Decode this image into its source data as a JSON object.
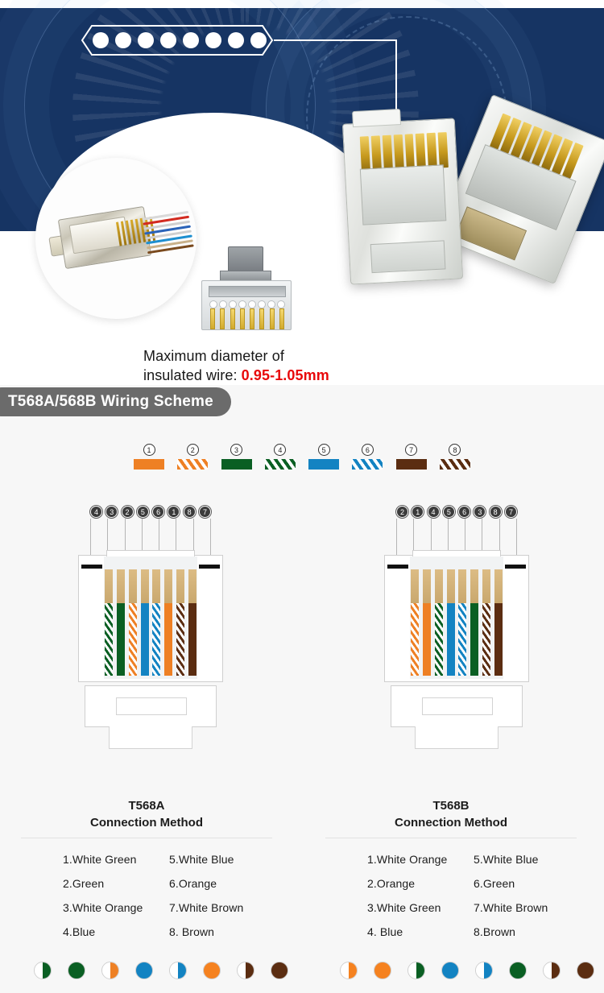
{
  "top_photo": {
    "callout_label": "pass-through-holes-callout",
    "hole_count": 8,
    "caption_line1": "Maximum diameter of",
    "caption_line2_prefix": "insulated wire: ",
    "caption_value": "0.95-1.05mm",
    "caption_value_color": "#e8080a"
  },
  "scheme": {
    "tag": "T568A/568B Wiring Scheme",
    "tag_bg": "#6b6b6b",
    "legend": [
      {
        "num": "1",
        "name": "orange",
        "color": "#ee8024",
        "striped": false
      },
      {
        "num": "2",
        "name": "white-orange",
        "color": "#ee8024",
        "striped": true
      },
      {
        "num": "3",
        "name": "green",
        "color": "#0a5f23",
        "striped": false
      },
      {
        "num": "4",
        "name": "white-green",
        "color": "#0a5f23",
        "striped": true
      },
      {
        "num": "5",
        "name": "blue",
        "color": "#1383c2",
        "striped": false
      },
      {
        "num": "6",
        "name": "white-blue",
        "color": "#1383c2",
        "striped": true
      },
      {
        "num": "7",
        "name": "brown",
        "color": "#5b2d11",
        "striped": false
      },
      {
        "num": "8",
        "name": "white-brown",
        "color": "#5b2d11",
        "striped": true
      }
    ],
    "diagrams": [
      {
        "id": "t568a",
        "pin_numbers": [
          "4",
          "3",
          "2",
          "5",
          "6",
          "1",
          "8",
          "7"
        ],
        "wires": [
          {
            "color": "#0a5f23",
            "striped": true
          },
          {
            "color": "#0a5f23",
            "striped": false
          },
          {
            "color": "#ee8024",
            "striped": true
          },
          {
            "color": "#1383c2",
            "striped": false
          },
          {
            "color": "#1383c2",
            "striped": true
          },
          {
            "color": "#ee8024",
            "striped": false
          },
          {
            "color": "#5b2d11",
            "striped": true
          },
          {
            "color": "#5b2d11",
            "striped": false
          }
        ]
      },
      {
        "id": "t568b",
        "pin_numbers": [
          "2",
          "1",
          "4",
          "5",
          "6",
          "3",
          "8",
          "7"
        ],
        "wires": [
          {
            "color": "#ee8024",
            "striped": true
          },
          {
            "color": "#ee8024",
            "striped": false
          },
          {
            "color": "#0a5f23",
            "striped": true
          },
          {
            "color": "#1383c2",
            "striped": false
          },
          {
            "color": "#1383c2",
            "striped": true
          },
          {
            "color": "#0a5f23",
            "striped": false
          },
          {
            "color": "#5b2d11",
            "striped": true
          },
          {
            "color": "#5b2d11",
            "striped": false
          }
        ]
      }
    ],
    "methods": [
      {
        "title_line1": "T568A",
        "title_line2": "Connection Method",
        "col1": [
          "1.White Green",
          "2.Green",
          "3.White Orange",
          "4.Blue"
        ],
        "col2": [
          "5.White Blue",
          "6.Orange",
          "7.White Brown",
          "8. Brown"
        ],
        "dots": [
          {
            "half": true,
            "color": "#0a5f23"
          },
          {
            "half": false,
            "color": "#0a5f23"
          },
          {
            "half": true,
            "color": "#ee8024"
          },
          {
            "half": false,
            "color": "#1383c2"
          },
          {
            "half": true,
            "color": "#1383c2"
          },
          {
            "half": false,
            "color": "#f58220"
          },
          {
            "half": true,
            "color": "#5b2d11"
          },
          {
            "half": false,
            "color": "#5b2d11"
          }
        ]
      },
      {
        "title_line1": "T568B",
        "title_line2": "Connection Method",
        "col1": [
          "1.White Orange",
          "2.Orange",
          "3.White Green",
          "4. Blue"
        ],
        "col2": [
          "5.White Blue",
          "6.Green",
          "7.White Brown",
          "8.Brown"
        ],
        "dots": [
          {
            "half": true,
            "color": "#f58220"
          },
          {
            "half": false,
            "color": "#f58220"
          },
          {
            "half": true,
            "color": "#0a5f23"
          },
          {
            "half": false,
            "color": "#1383c2"
          },
          {
            "half": true,
            "color": "#1383c2"
          },
          {
            "half": false,
            "color": "#0a5f23"
          },
          {
            "half": true,
            "color": "#5b2d11"
          },
          {
            "half": false,
            "color": "#5b2d11"
          }
        ]
      }
    ]
  }
}
